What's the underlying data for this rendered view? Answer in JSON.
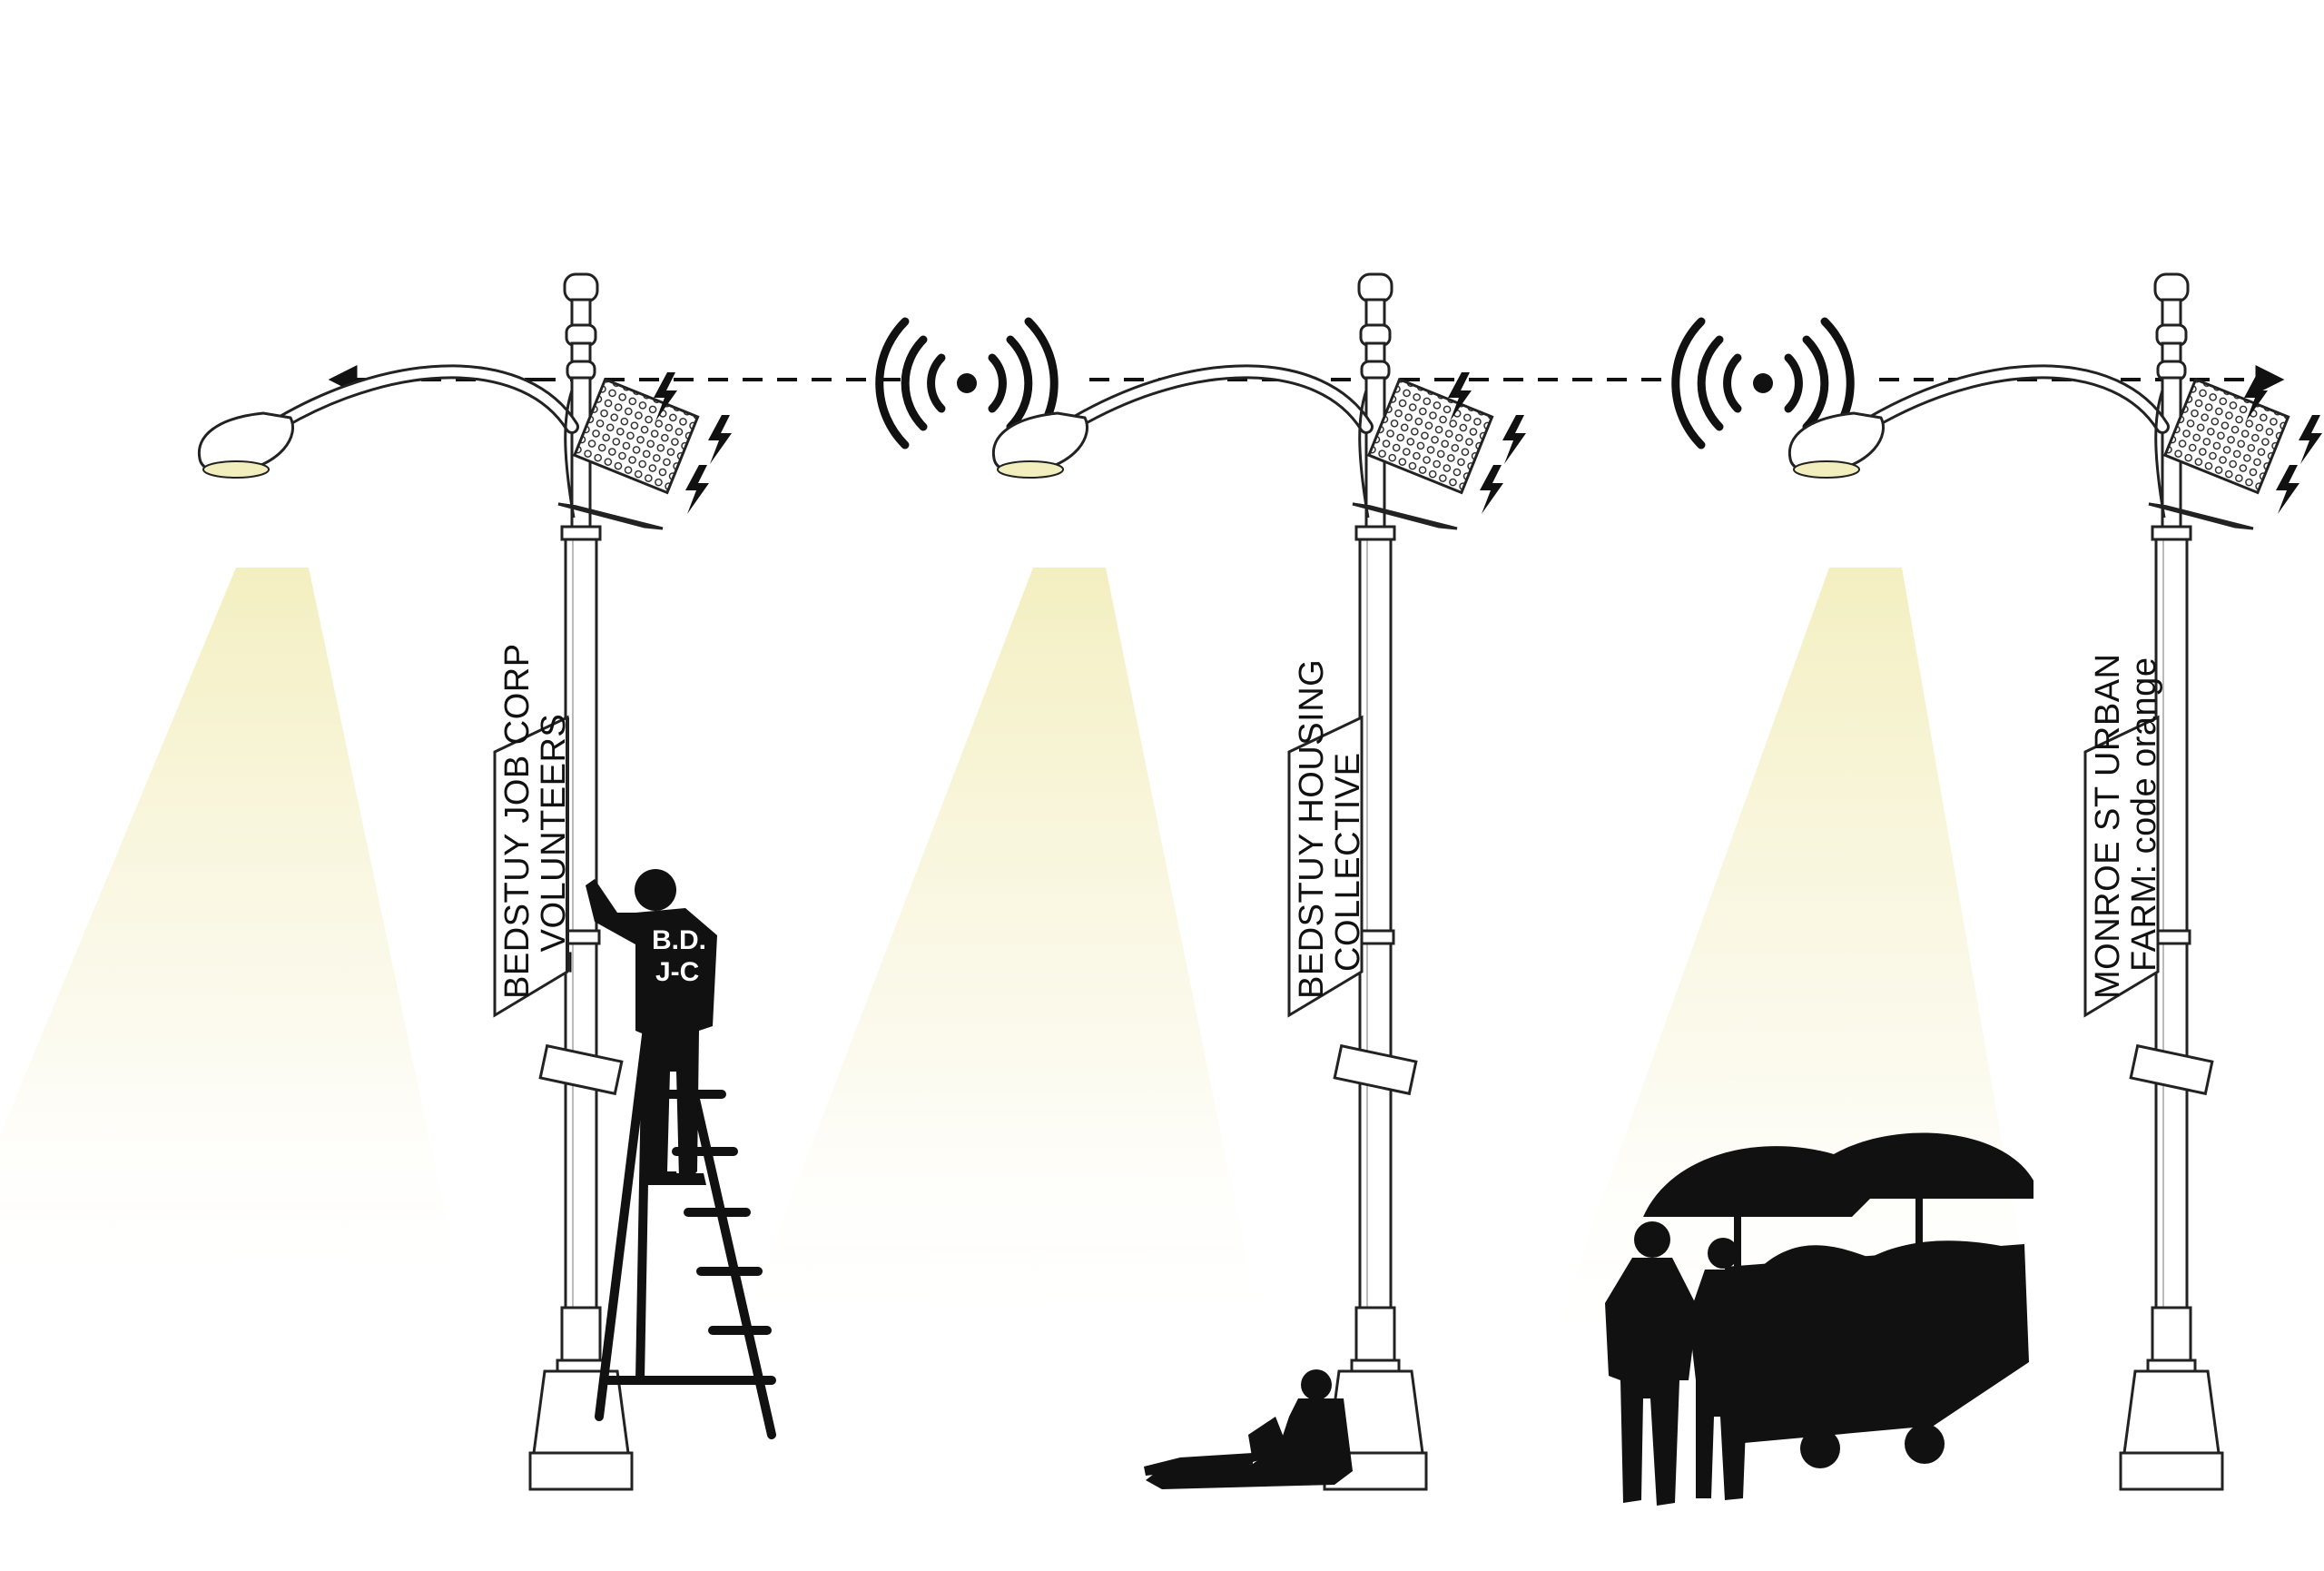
{
  "diagram": {
    "network_link": {
      "style": "dashed",
      "arrows": "both-ends",
      "color": "#111111"
    },
    "wireless_icons": [
      "wifi-signal-icon",
      "wifi-signal-icon"
    ],
    "light_beam_color": "#f6f1c8",
    "poles": [
      {
        "id": "pole-1",
        "sign_line_1": "BEDSTUY JOB CORP",
        "sign_line_2": "_VOLUNTEERS",
        "scene": "volunteer on ladder",
        "shirt_line_1": "B.D.",
        "shirt_line_2": "J-C"
      },
      {
        "id": "pole-2",
        "sign_line_1": "BEDSTUY HOUSING",
        "sign_line_2": "COLLECTIVE",
        "scene": "person sitting with laptop"
      },
      {
        "id": "pole-3",
        "sign_line_1": "MONROE ST URBAN",
        "sign_line_2": "FARM: code orange",
        "scene": "market stall with umbrellas"
      }
    ]
  }
}
